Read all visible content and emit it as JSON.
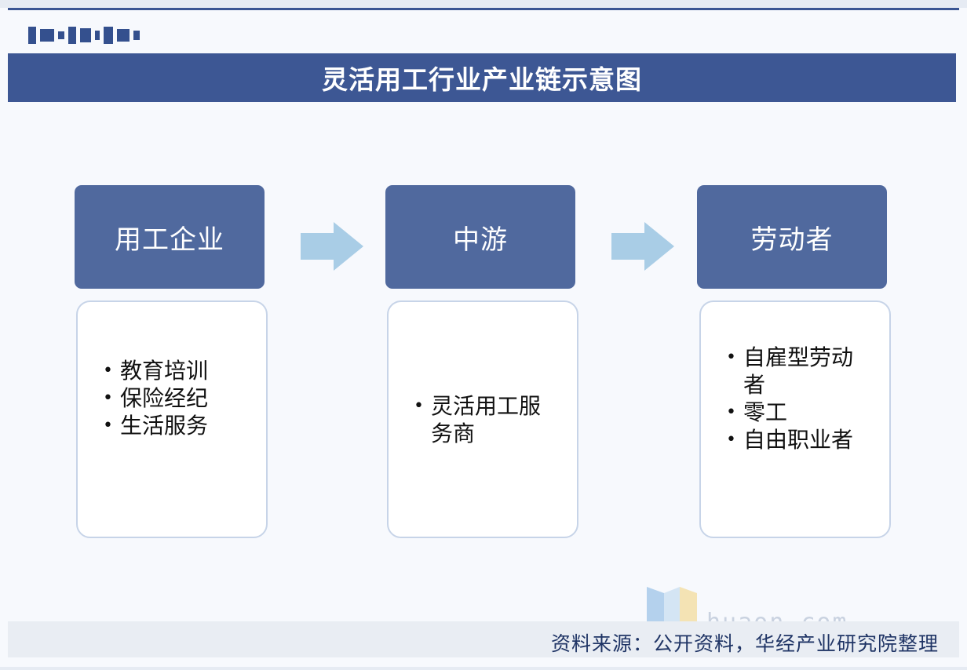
{
  "title": "灵活用工行业产业链示意图",
  "colors": {
    "title_bar": "#3d5794",
    "node_header": "#50699e",
    "arrow": "#a9cde6",
    "box_border": "#c7d4e8"
  },
  "nodes": [
    {
      "heading": "用工企业",
      "items": [
        "教育培训",
        "保险经纪",
        "生活服务"
      ]
    },
    {
      "heading": "中游",
      "items": [
        "灵活用工服务商"
      ]
    },
    {
      "heading": "劳动者",
      "items": [
        "自雇型劳动者",
        "零工",
        "自由职业者"
      ]
    }
  ],
  "arrows": [
    "arrow-right-icon",
    "arrow-right-icon"
  ],
  "footer": {
    "source": "资料来源：公开资料，华经产业研究院整理",
    "site": "huaon.com"
  }
}
